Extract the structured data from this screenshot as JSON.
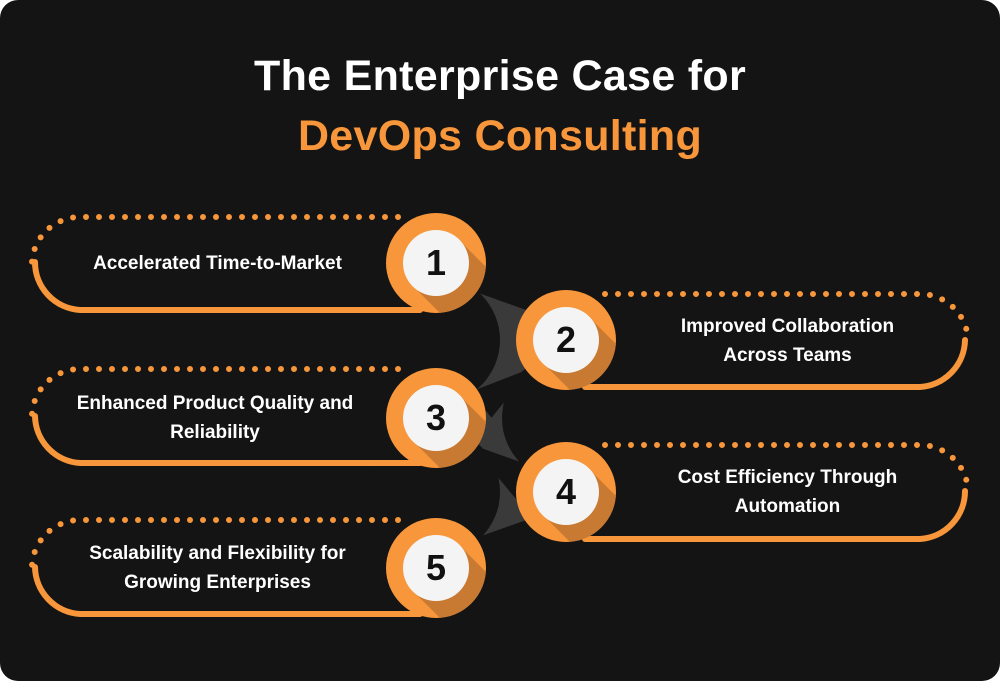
{
  "title": {
    "line1": "The Enterprise Case for",
    "line2": "DevOps Consulting"
  },
  "colors": {
    "background": "#141414",
    "accent": "#F7963A",
    "accent_shadow": "#C87A33",
    "connector": "#3A3A3A",
    "number_disc": "#F4F4F4",
    "text": "#FFFFFF"
  },
  "items": [
    {
      "number": "1",
      "side": "left",
      "label": "Accelerated Time-to-Market"
    },
    {
      "number": "2",
      "side": "right",
      "label": "Improved Collaboration Across Teams"
    },
    {
      "number": "3",
      "side": "left",
      "label": "Enhanced Product Quality and Reliability"
    },
    {
      "number": "4",
      "side": "right",
      "label": "Cost Efficiency Through Automation"
    },
    {
      "number": "5",
      "side": "left",
      "label": "Scalability and Flexibility for Growing Enterprises"
    }
  ]
}
